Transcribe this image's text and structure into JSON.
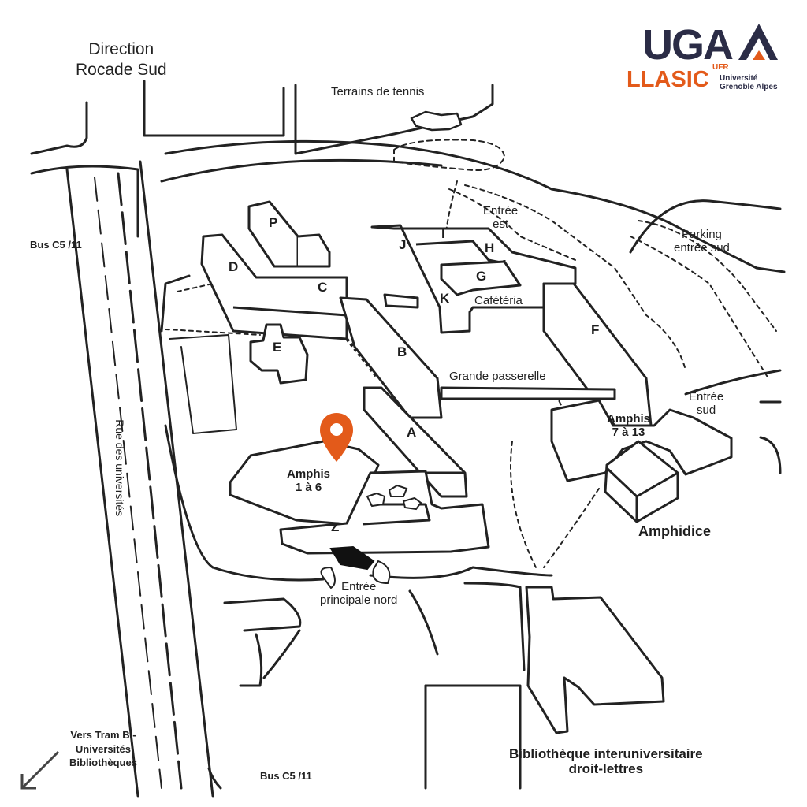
{
  "logo": {
    "brand": "UGA",
    "ufr": "UFR",
    "faculty": "LLASIC",
    "university_line1": "Université",
    "university_line2": "Grenoble Alpes",
    "colors": {
      "navy": "#2b2c46",
      "orange": "#e35a1a"
    }
  },
  "labels": {
    "direction_rocade": "Direction\nRocade Sud",
    "tennis": "Terrains de tennis",
    "bus_top": "Bus C5 /11",
    "bus_bottom": "Bus C5 /11",
    "rue": "Rue des universités",
    "entree_est": "Entrée\nest",
    "parking": "Parking\nentrée sud",
    "cafeteria": "Cafétéria",
    "passerelle": "Grande passerelle",
    "entree_sud": "Entrée\nsud",
    "amphis_7_13": "Amphis\n7 à 13",
    "amphidice": "Amphidice",
    "amphis_1_6": "Amphis\n1 à 6",
    "entree_nord": "Entrée\nprincipale nord",
    "bibliotheque": "Bibliothèque interuniversitaire\ndroit-lettres",
    "tram": "Vers Tram B -\nUniversités\nBibliothèques"
  },
  "buildings": {
    "A": "A",
    "B": "B",
    "C": "C",
    "D": "D",
    "E": "E",
    "F": "F",
    "G": "G",
    "H": "H",
    "I": "I",
    "J": "J",
    "K": "K",
    "P": "P",
    "Z": "Z"
  },
  "marker": {
    "icon": "location-pin-icon",
    "color": "#e35a1a"
  },
  "arrow_icon": "arrow-down-left-icon"
}
